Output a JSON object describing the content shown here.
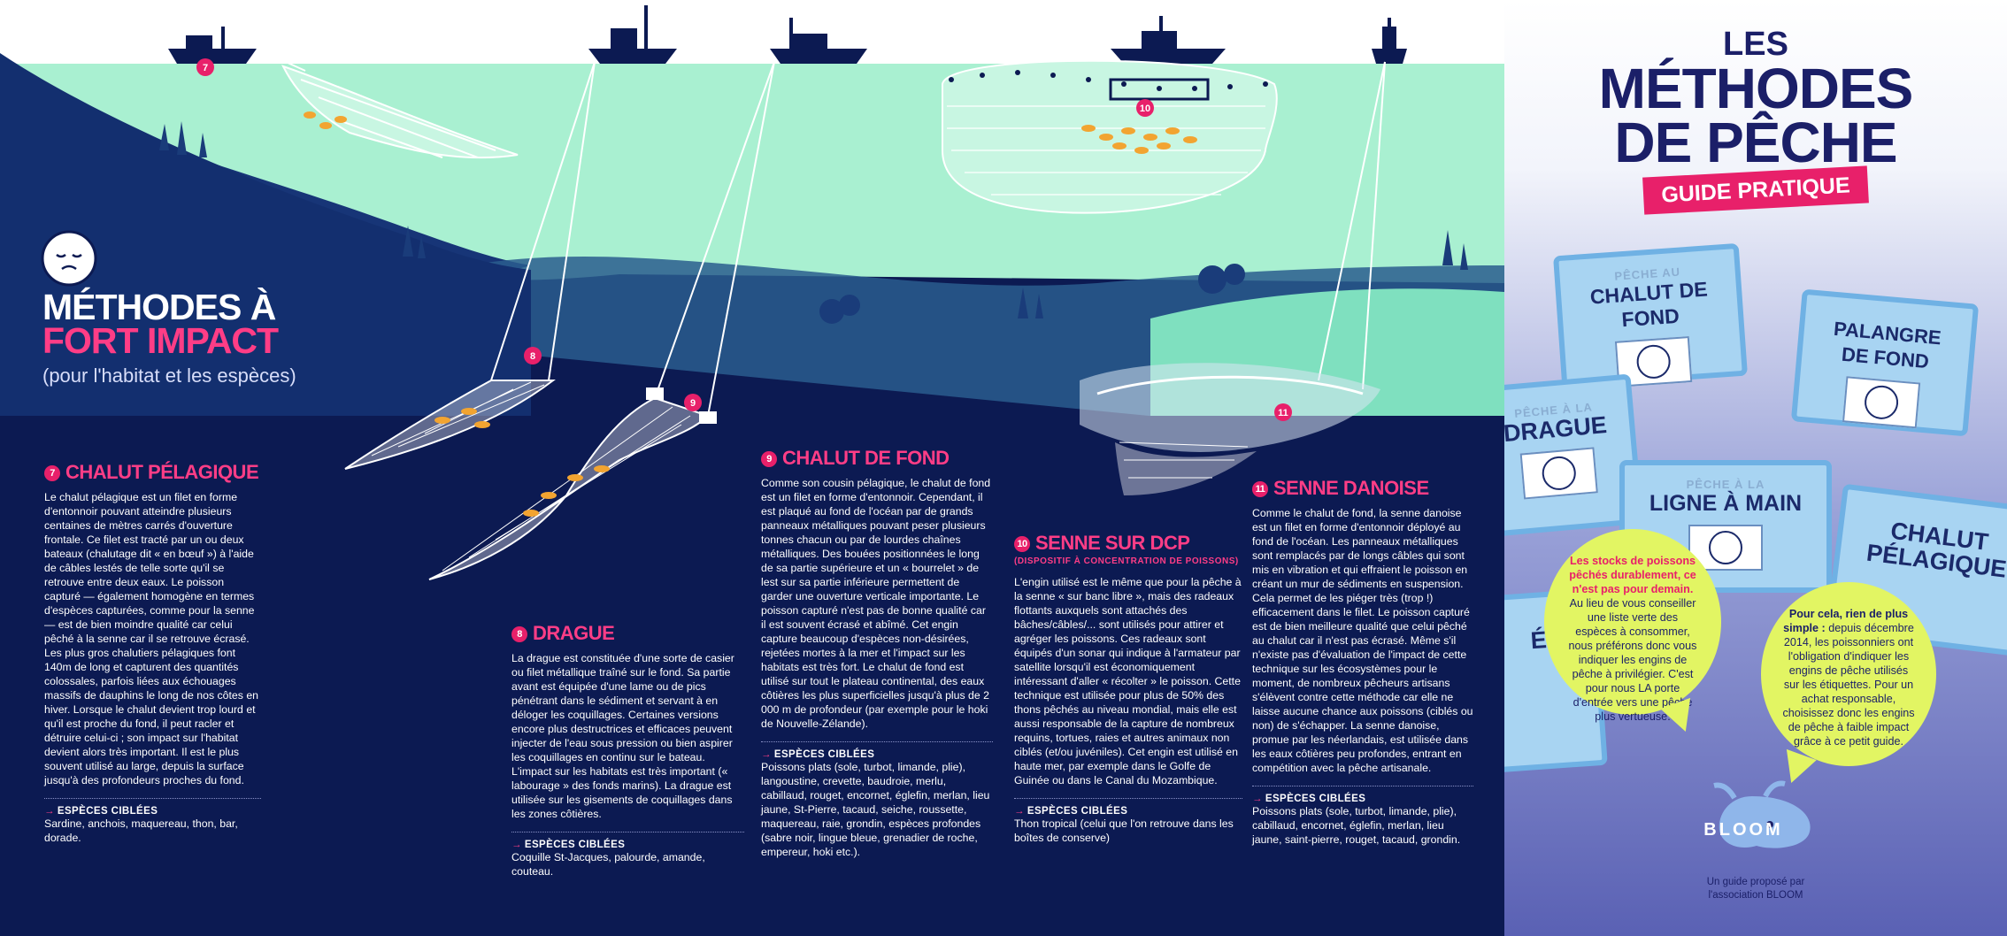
{
  "palette": {
    "navy": "#0c1a52",
    "pink": "#e8206a",
    "mint": "#a9f0d1",
    "yellow": "#e2f563",
    "sign_blue": "#a8d4f2"
  },
  "main_title": {
    "line1": "MÉTHODES À",
    "line2": "FORT IMPACT",
    "subtitle": "(pour l'habitat et les espèces)"
  },
  "markers": [
    "7",
    "8",
    "9",
    "10",
    "11"
  ],
  "methods": {
    "chalut_pelagique": {
      "number": "7",
      "title": "CHALUT PÉLAGIQUE",
      "body": "Le chalut pélagique est un filet en forme d'entonnoir pouvant atteindre plusieurs centaines de mètres carrés d'ouverture frontale. Ce filet est tracté par un ou deux bateaux (chalutage dit « en bœuf ») à l'aide de câbles lestés de telle sorte qu'il se retrouve entre deux eaux. Le poisson capturé — également homogène en termes d'espèces capturées, comme pour la senne — est de bien moindre qualité car celui pêché à la senne car il se retrouve écrasé. Les plus gros chalutiers pélagiques font 140m de long et capturent des quantités colossales, parfois liées aux échouages massifs de dauphins le long de nos côtes en hiver. Lorsque le chalut devient trop lourd et qu'il est proche du fond, il peut racler et détruire celui-ci ; son impact sur l'habitat devient alors très important. Il est le plus souvent utilisé au large, depuis la surface jusqu'à des profondeurs proches du fond.",
      "target_label": "ESPÈCES CIBLÉES",
      "target": "Sardine, anchois, maquereau, thon, bar, dorade."
    },
    "drague": {
      "number": "8",
      "title": "DRAGUE",
      "body": "La drague est constituée d'une sorte de casier ou filet métallique traîné sur le fond. Sa partie avant est équipée d'une lame ou de pics pénétrant dans le sédiment et servant à en déloger les coquillages. Certaines versions encore plus destructrices et efficaces peuvent injecter de l'eau sous pression ou bien aspirer les coquillages en continu sur le bateau. L'impact sur les habitats est très important (« labourage » des fonds marins). La drague est utilisée sur les gisements de coquillages dans les zones côtières.",
      "target_label": "ESPÈCES CIBLÉES",
      "target": "Coquille St-Jacques, palourde, amande, couteau."
    },
    "chalut_fond": {
      "number": "9",
      "title": "CHALUT DE FOND",
      "body": "Comme son cousin pélagique, le chalut de fond est un filet en forme d'entonnoir. Cependant, il est plaqué au fond de l'océan par de grands panneaux métalliques pouvant peser plusieurs tonnes chacun ou par de lourdes chaînes métalliques. Des bouées positionnées le long de sa partie supérieure et un « bourrelet » de lest sur sa partie inférieure permettent de garder une ouverture verticale importante. Le poisson capturé n'est pas de bonne qualité car il est souvent écrasé et abîmé. Cet engin capture beaucoup d'espèces non-désirées, rejetées mortes à la mer et l'impact sur les habitats est très fort. Le chalut de fond est utilisé sur tout le plateau continental, des eaux côtières les plus superficielles jusqu'à plus de 2 000 m de profondeur (par exemple pour le hoki de Nouvelle-Zélande).",
      "target_label": "ESPÈCES CIBLÉES",
      "target": "Poissons plats (sole, turbot, limande, plie), langoustine, crevette, baudroie, merlu, cabillaud, rouget, encornet, églefin, merlan, lieu jaune, St-Pierre, tacaud, seiche, roussette, maquereau, raie, grondin, espèces profondes (sabre noir, lingue bleue, grenadier de roche, empereur, hoki etc.)."
    },
    "senne_dcp": {
      "number": "10",
      "title": "SENNE SUR DCP",
      "subtitle": "(DISPOSITIF À CONCENTRATION DE POISSONS)",
      "body": "L'engin utilisé est le même que pour la pêche à la senne « sur banc libre », mais des radeaux flottants auxquels sont attachés des bâches/câbles/... sont utilisés pour attirer et agréger les poissons. Ces radeaux sont équipés d'un sonar qui indique à l'armateur par satellite lorsqu'il est économiquement intéressant d'aller « récolter » le poisson. Cette technique est utilisée pour plus de 50% des thons pêchés au niveau mondial, mais elle est aussi responsable de la capture de nombreux requins, tortues, raies et autres animaux non ciblés (et/ou juvéniles). Cet engin est utilisé en haute mer, par exemple dans le Golfe de Guinée ou dans le Canal du Mozambique.",
      "target_label": "ESPÈCES CIBLÉES",
      "target": "Thon tropical (celui que l'on retrouve dans les boîtes de conserve)"
    },
    "senne_danoise": {
      "number": "11",
      "title": "SENNE DANOISE",
      "body": "Comme le chalut de fond, la senne danoise est un filet en forme d'entonnoir déployé au fond de l'océan. Les panneaux métalliques sont remplacés par de longs câbles qui sont mis en vibration et qui effraient le poisson en créant un mur de sédiments en suspension. Cela permet de les piéger très (trop !) efficacement dans le filet. Le poisson capturé est de bien meilleure qualité que celui pêché au chalut car il n'est pas écrasé. Même s'il n'existe pas d'évaluation de l'impact de cette technique sur les écosystèmes pour le moment, de nombreux pêcheurs artisans s'élèvent contre cette méthode car elle ne laisse aucune chance aux poissons (ciblés ou non) de s'échapper. La senne danoise, promue par les néerlandais, est utilisée dans les eaux côtières peu profondes, entrant en compétition avec la pêche artisanale.",
      "target_label": "ESPÈCES CIBLÉES",
      "target": "Poissons plats (sole, turbot, limande, plie), cabillaud, encornet, églefin, merlan, lieu jaune, saint-pierre, rouget, tacaud, grondin."
    }
  },
  "guide": {
    "title_line1": "LES",
    "title_line2": "MÉTHODES",
    "title_line3": "DE PÊCHE",
    "badge": "GUIDE PRATIQUE",
    "signs": {
      "s1_small": "PÊCHE AU",
      "s1_big": "CHALUT DE FOND",
      "s2_big_1": "PALANGRE",
      "s2_big_2": "DE FOND",
      "s3_small": "PÊCHE À LA",
      "s3_big": "DRAGUE",
      "s4_small": "PÊCHE À LA",
      "s4_big": "LIGNE À MAIN",
      "s5_big_1": "CHALUT",
      "s5_big_2": "PÉLAGIQUE",
      "s6_big": "ÉC P"
    },
    "bubble_left": {
      "highlight": "Les stocks de poissons pêchés durablement, ce n'est pas pour demain.",
      "text": "Au lieu de vous conseiller une liste verte des espèces à consommer, nous préférons donc vous indiquer les engins de pêche à privilégier. C'est pour nous LA porte d'entrée vers une pêche plus vertueuse."
    },
    "bubble_right": {
      "bold": "Pour cela, rien de plus simple :",
      "text": "depuis décembre 2014, les poissonniers ont l'obligation d'indiquer les engins de pêche utilisés sur les étiquettes. Pour un achat responsable, choisissez donc les engins de pêche à faible impact grâce à ce petit guide."
    },
    "logo": "BLOOM",
    "credit_line1": "Un guide proposé par",
    "credit_line2": "l'association BLOOM"
  }
}
